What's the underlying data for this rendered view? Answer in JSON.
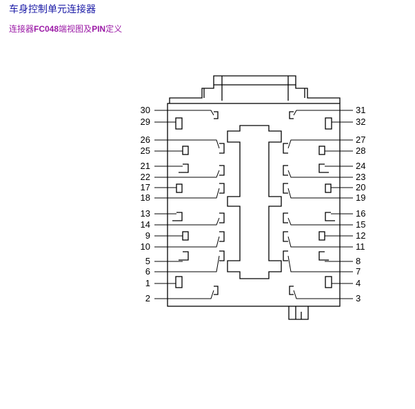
{
  "header": {
    "title": "车身控制单元连接器",
    "subtitle_prefix": "连接器",
    "connector_code": "FC048",
    "subtitle_middle": "端视图及",
    "pin_word": "PIN",
    "subtitle_suffix": "定义"
  },
  "colors": {
    "title": "#1a1aa6",
    "subtitle": "#9b1aa6",
    "line": "#000000"
  },
  "pins": {
    "left": [
      "30",
      "29",
      "26",
      "25",
      "21",
      "22",
      "17",
      "18",
      "13",
      "14",
      "9",
      "10",
      "5",
      "6",
      "1",
      "2"
    ],
    "right": [
      "31",
      "32",
      "27",
      "28",
      "24",
      "23",
      "20",
      "19",
      "16",
      "15",
      "12",
      "11",
      "8",
      "7",
      "4",
      "3"
    ]
  }
}
